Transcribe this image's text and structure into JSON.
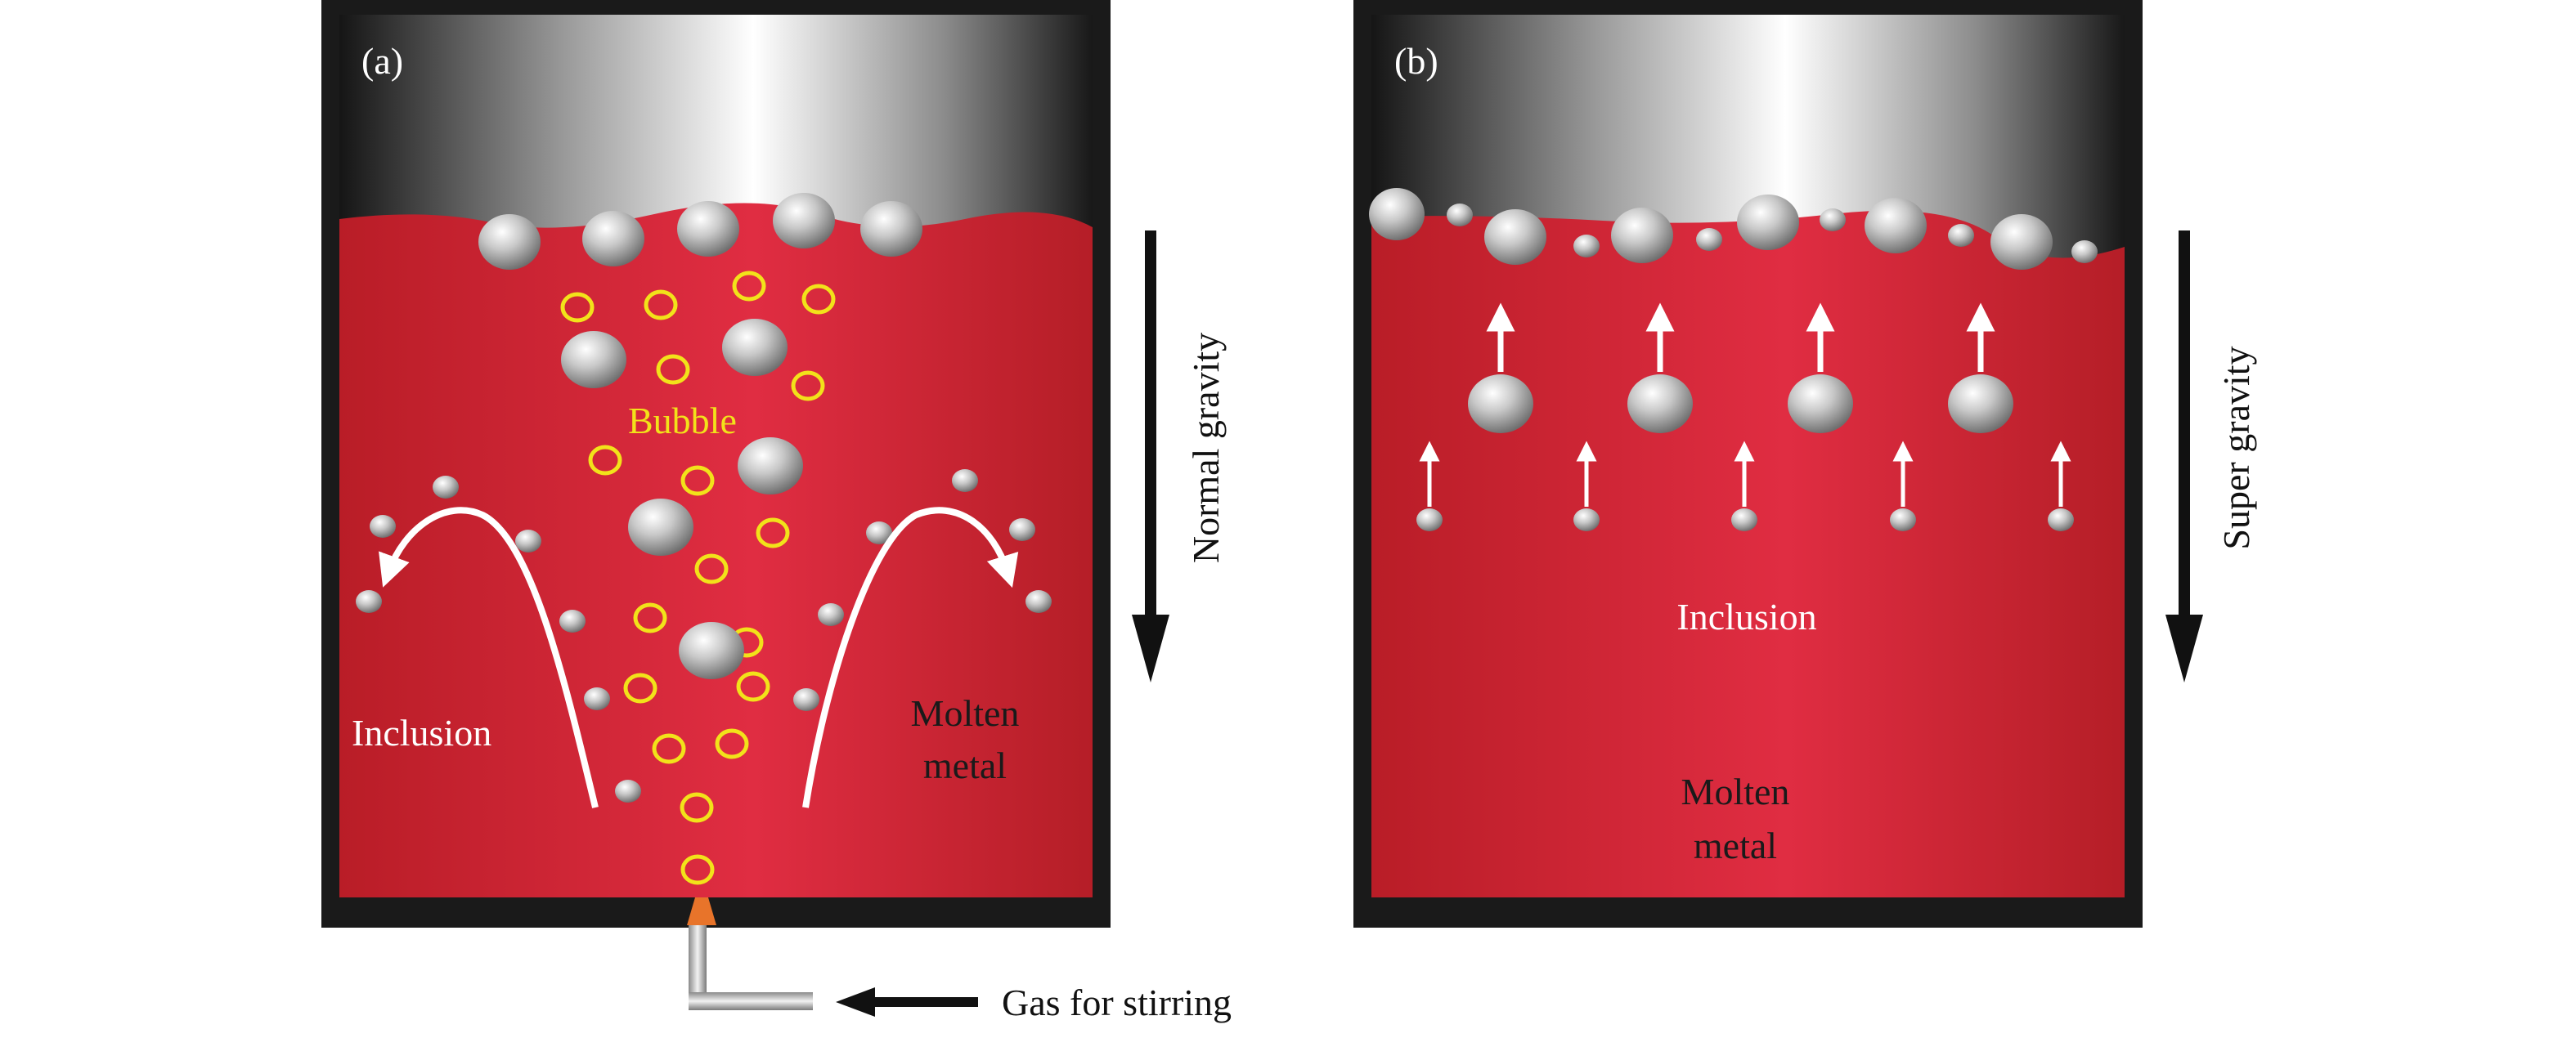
{
  "panel_a": {
    "label": "(a)",
    "bubble_label": "Bubble",
    "inclusion_label": "Inclusion",
    "molten_label_line1": "Molten",
    "molten_label_line2": "metal",
    "gravity_label": "Normal gravity"
  },
  "panel_b": {
    "label": "(b)",
    "inclusion_label": "Inclusion",
    "molten_label_line1": "Molten",
    "molten_label_line2": "metal",
    "gravity_label": "Super gravity"
  },
  "gas_label": "Gas for stirring",
  "colors": {
    "frame": "#1a1a1a",
    "molten_metal": "#d42a36",
    "bubble_ring": "#f2e21a",
    "inclusion": "#b9b9b9",
    "arrow_white": "#ffffff",
    "nozzle_tip": "#e8742a"
  }
}
